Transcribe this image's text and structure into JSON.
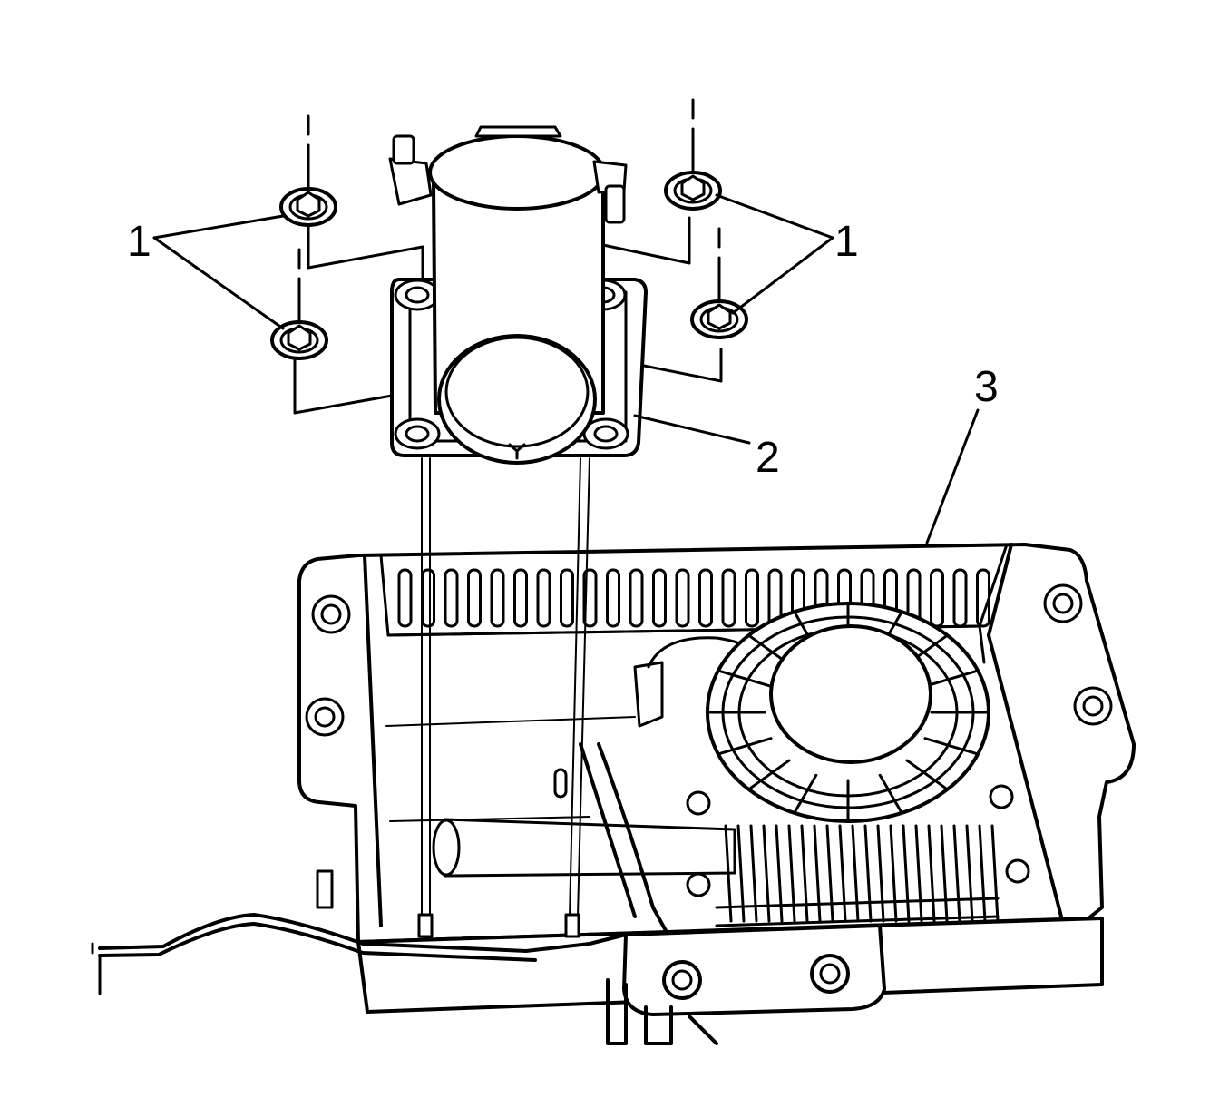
{
  "callouts": [
    {
      "id": "1",
      "label": "1",
      "part": "nuts"
    },
    {
      "id": "1b",
      "label": "1",
      "part": "nuts"
    },
    {
      "id": "2",
      "label": "2",
      "part": "pump-bracket"
    },
    {
      "id": "3",
      "label": "3",
      "part": "compressor-tray"
    }
  ],
  "icons": [
    "fastener-nut-icon",
    "pump-cylinder-icon",
    "fan-icon"
  ]
}
